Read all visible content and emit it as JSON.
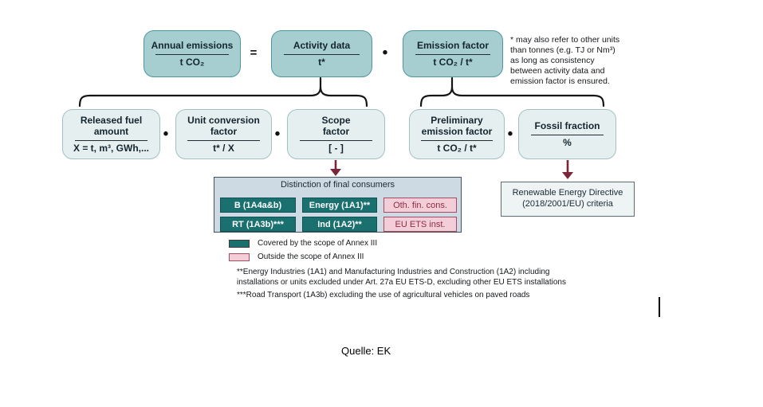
{
  "colors": {
    "top_box_fill": "#a6cdd0",
    "top_box_border": "#4d979c",
    "sub_box_fill": "#e6efef",
    "sub_box_border": "#a2c1c2",
    "covered_fill": "#1a6f6f",
    "outside_fill": "#f3ced8",
    "outside_border": "#a54c60",
    "outside_text": "#8e2c42",
    "table_fill": "#cdd9e3",
    "arrow": "#7b2538",
    "brace": "#151515"
  },
  "equation": {
    "operator_equals": "=",
    "operator_dot": "•",
    "boxes": [
      {
        "title": "Annual emissions",
        "unit": "t CO₂"
      },
      {
        "title": "Activity data",
        "unit": "t*"
      },
      {
        "title": "Emission factor",
        "unit": "t CO₂ / t*"
      }
    ]
  },
  "unit_note": "* may also refer to other units\nthan tonnes (e.g. TJ or Nm³)\nas long as consistency\nbetween activity data and\nemission factor is ensured.",
  "factors": [
    {
      "title": "Released fuel\namount",
      "unit": "X = t, m³, GWh,..."
    },
    {
      "title": "Unit conversion\nfactor",
      "unit": "t* / X"
    },
    {
      "title": "Scope\nfactor",
      "unit": "[ - ]"
    },
    {
      "title": "Preliminary\nemission factor",
      "unit": "t CO₂ / t*"
    },
    {
      "title": "Fossil fraction",
      "unit": "%"
    }
  ],
  "consumers_table": {
    "title": "Distinction of final consumers",
    "cells": [
      {
        "label": "B (1A4a&b)",
        "type": "covered"
      },
      {
        "label": "Energy (1A1)**",
        "type": "covered"
      },
      {
        "label": "Oth. fin. cons.",
        "type": "outside"
      },
      {
        "label": "RT (1A3b)***",
        "type": "covered"
      },
      {
        "label": "Ind (1A2)**",
        "type": "covered"
      },
      {
        "label": "EU ETS inst.",
        "type": "outside"
      }
    ]
  },
  "legend": [
    {
      "label": "Covered by the scope of Annex III",
      "color": "#1a6f6f"
    },
    {
      "label": "Outside the scope of Annex III",
      "color": "#f3ced8"
    }
  ],
  "footnotes": [
    "**Energy Industries (1A1) and Manufacturing Industries and Construction (1A2) including\ninstallations or units excluded under Art. 27a EU ETS-D, excluding other EU ETS installations",
    "***Road Transport (1A3b) excluding the use of agricultural vehicles on paved roads"
  ],
  "red_box": {
    "label": "Renewable Energy Directive\n(2018/2001/EU) criteria"
  },
  "source": "Quelle: EK"
}
